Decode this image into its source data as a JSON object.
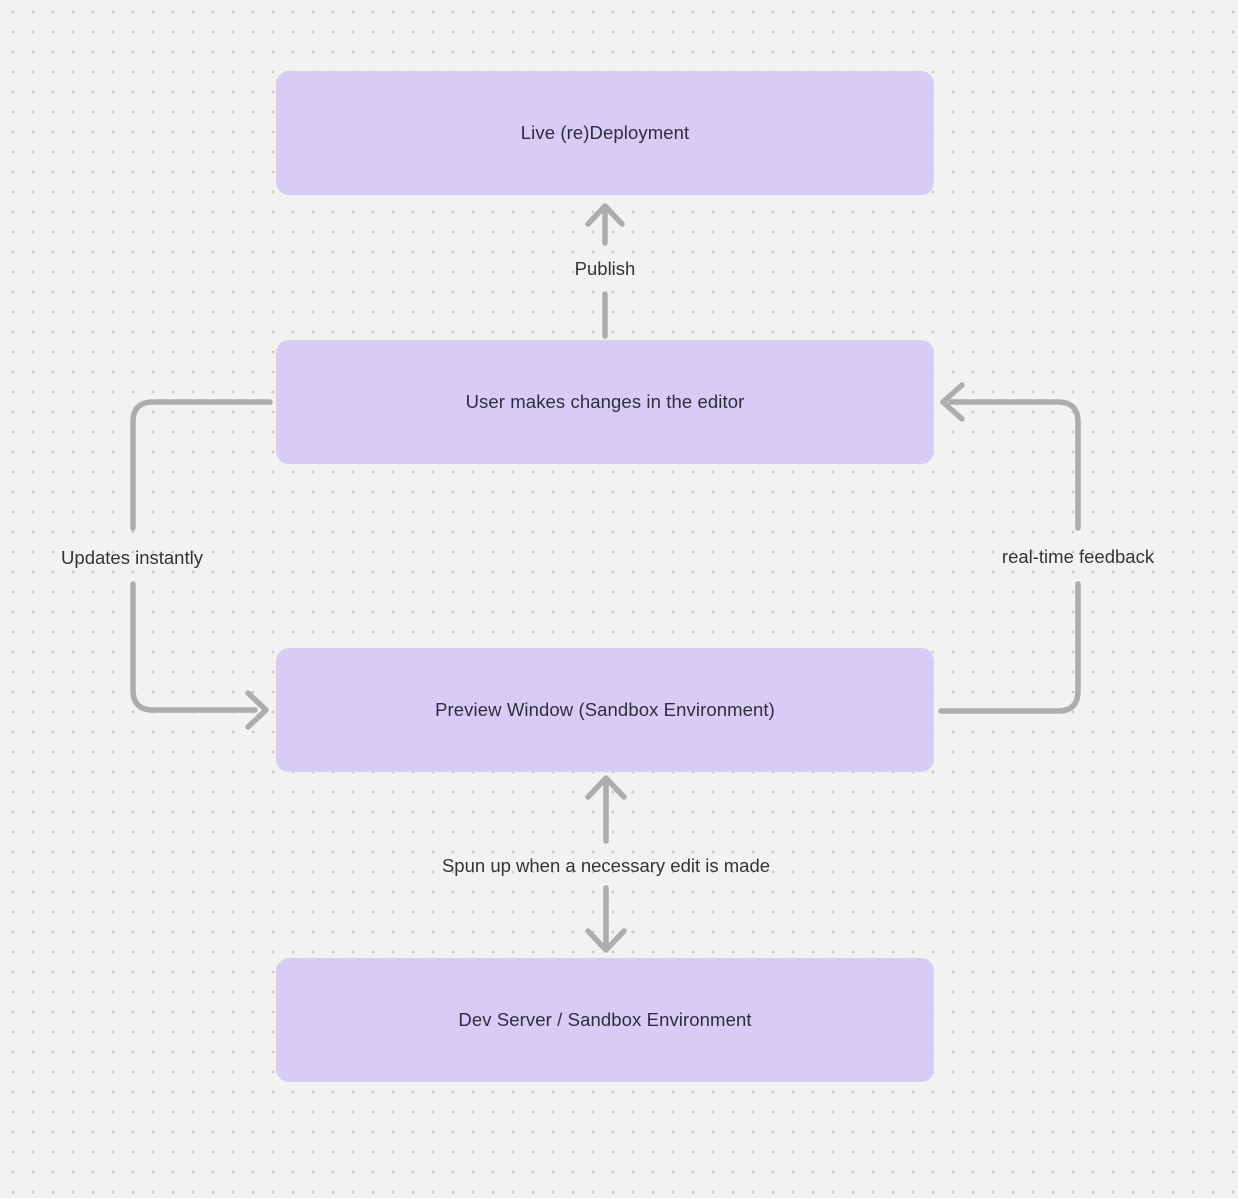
{
  "canvas": {
    "background_color": "#f2f2f1",
    "dot_color": "#c7c7c7",
    "node_fill_color": "#d7ccf6",
    "arrow_color": "#adadad",
    "text_color": "#2e2e38"
  },
  "diagram": {
    "nodes": [
      {
        "id": "live-deployment",
        "label": "Live (re)Deployment"
      },
      {
        "id": "editor",
        "label": "User makes changes in the editor"
      },
      {
        "id": "preview",
        "label": "Preview Window (Sandbox Environment)"
      },
      {
        "id": "dev-server",
        "label": "Dev Server / Sandbox Environment"
      }
    ],
    "edges": [
      {
        "id": "publish",
        "label": "Publish",
        "from": "editor",
        "to": "live-deployment"
      },
      {
        "id": "updates-instantly",
        "label": "Updates instantly",
        "from": "editor",
        "to": "preview"
      },
      {
        "id": "real-time-feedback",
        "label": "real-time feedback",
        "from": "preview",
        "to": "editor"
      },
      {
        "id": "spun-up",
        "label": "Spun up when a necessary edit is made",
        "from": "dev-server",
        "to": "preview"
      }
    ]
  }
}
